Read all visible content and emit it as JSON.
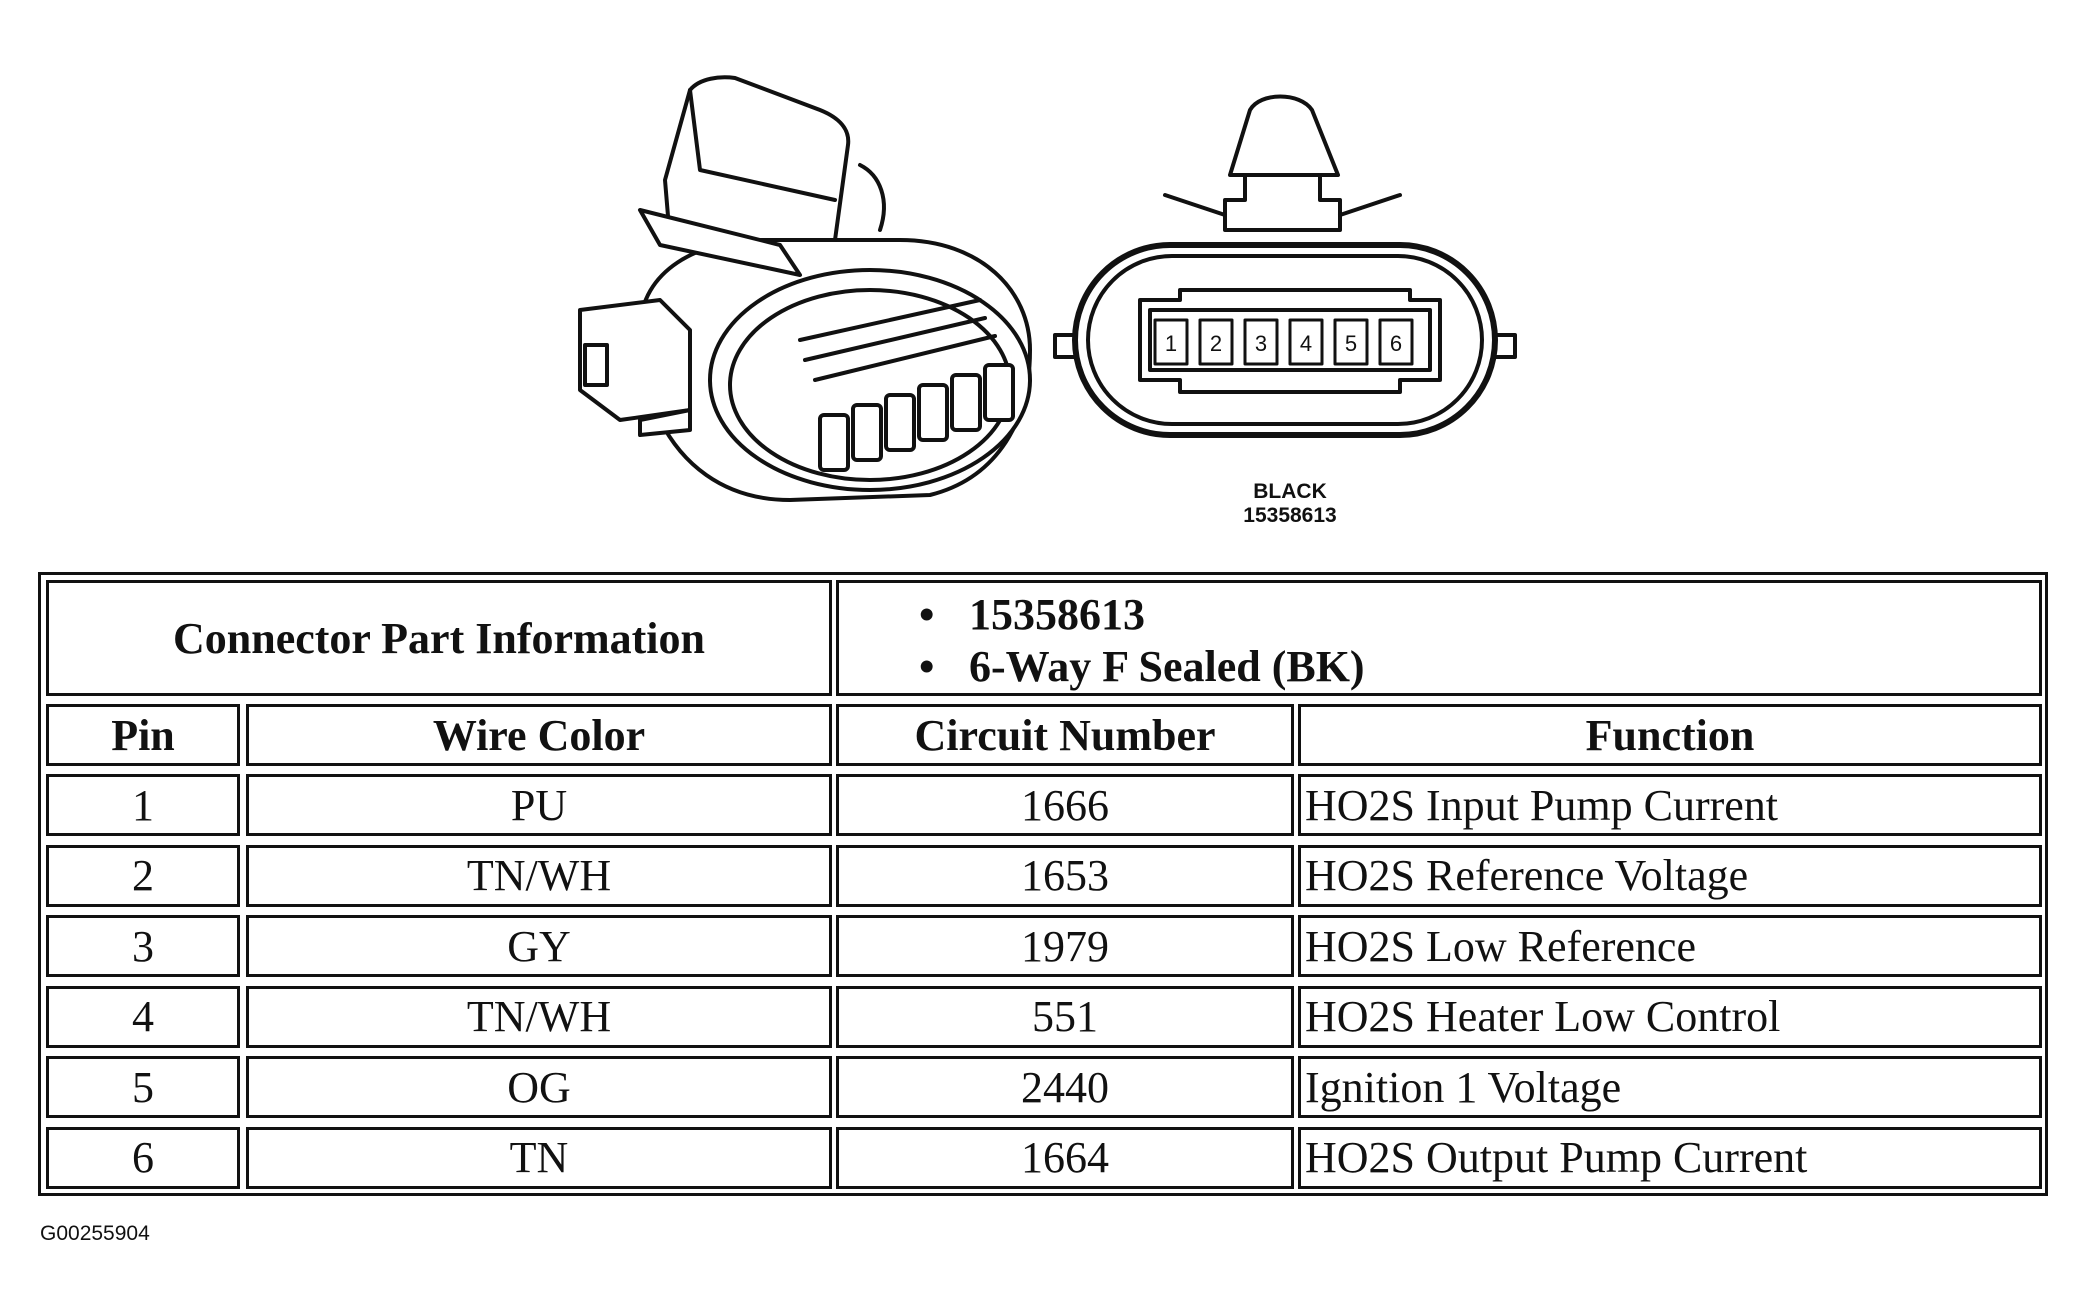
{
  "connector": {
    "color_label": "BLACK",
    "part_label": "15358613",
    "pins": [
      "1",
      "2",
      "3",
      "4",
      "5",
      "6"
    ]
  },
  "table": {
    "info_label": "Connector Part Information",
    "info_items": [
      "15358613",
      "6-Way F Sealed (BK)"
    ],
    "headers": [
      "Pin",
      "Wire Color",
      "Circuit Number",
      "Function"
    ],
    "rows": [
      {
        "pin": "1",
        "wire": "PU",
        "circuit": "1666",
        "function": "HO2S Input Pump Current"
      },
      {
        "pin": "2",
        "wire": "TN/WH",
        "circuit": "1653",
        "function": "HO2S Reference Voltage"
      },
      {
        "pin": "3",
        "wire": "GY",
        "circuit": "1979",
        "function": "HO2S Low Reference"
      },
      {
        "pin": "4",
        "wire": "TN/WH",
        "circuit": "551",
        "function": "HO2S Heater Low Control"
      },
      {
        "pin": "5",
        "wire": "OG",
        "circuit": "2440",
        "function": "Ignition 1 Voltage"
      },
      {
        "pin": "6",
        "wire": "TN",
        "circuit": "1664",
        "function": "HO2S Output Pump Current"
      }
    ]
  },
  "figure_id": "G00255904"
}
